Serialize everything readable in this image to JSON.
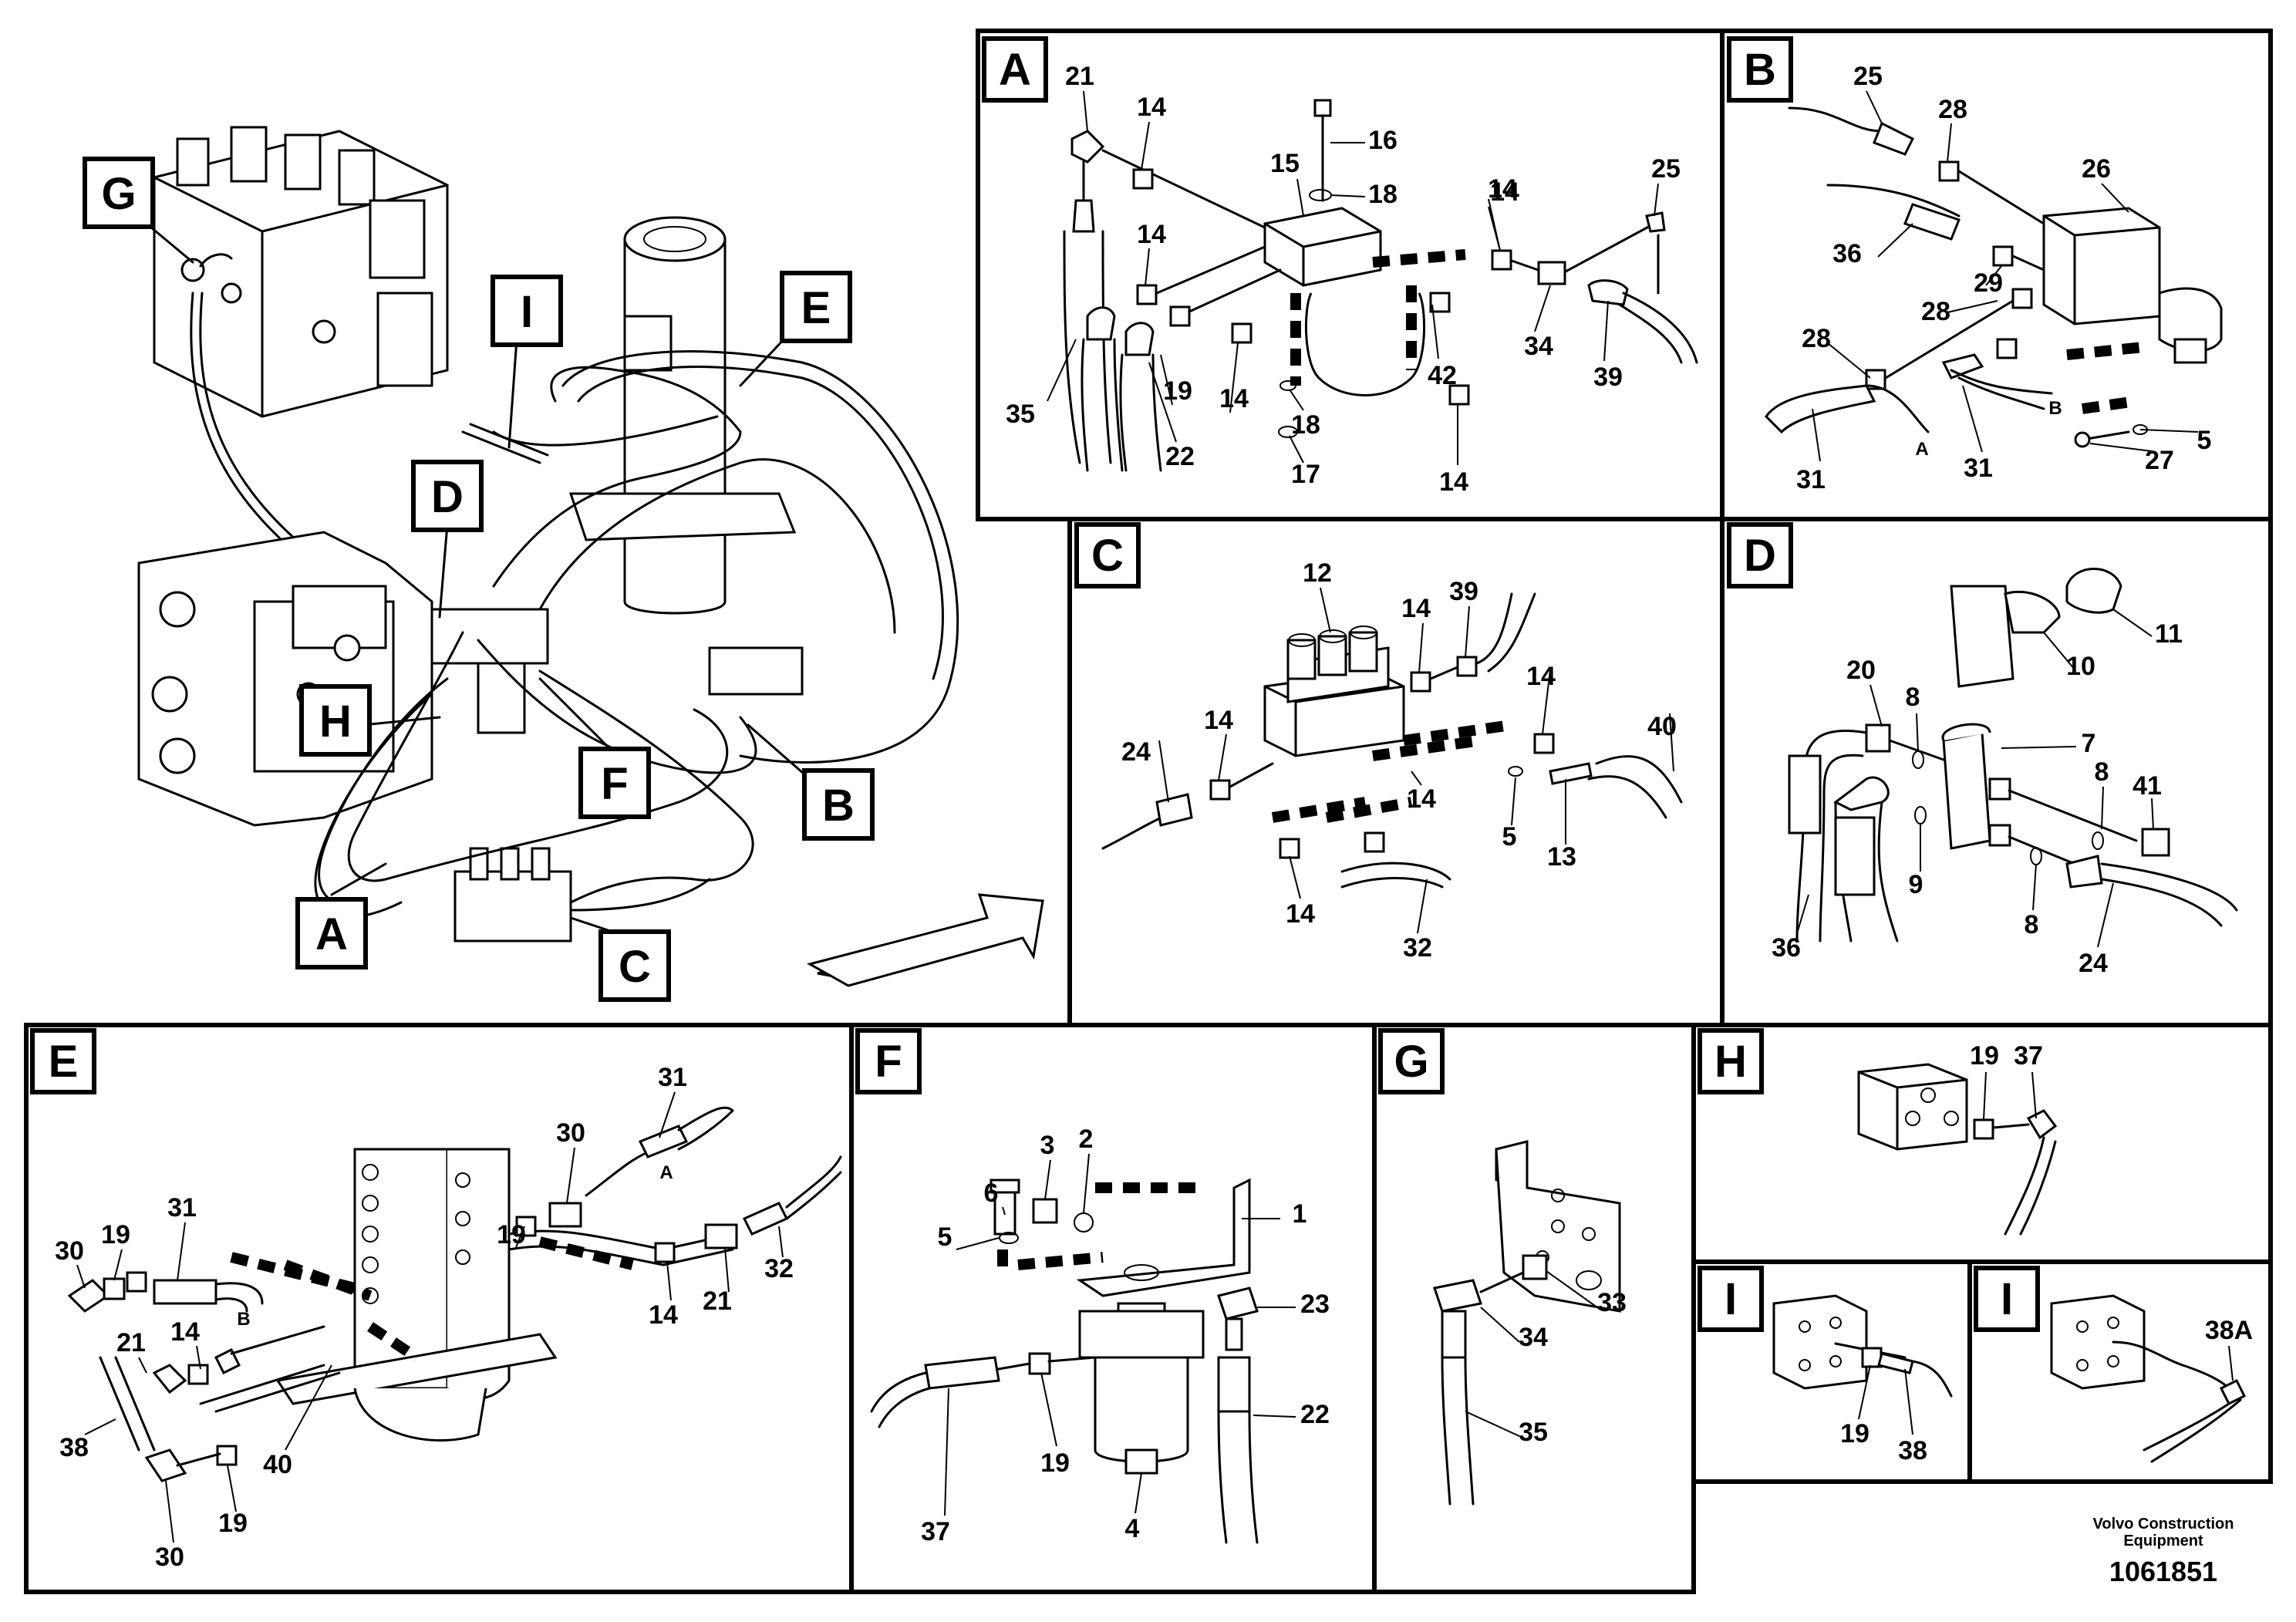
{
  "overview": {
    "callouts": [
      "G",
      "I",
      "E",
      "D",
      "H",
      "F",
      "B",
      "A",
      "C"
    ]
  },
  "panels": {
    "A": {
      "label": "A",
      "numbers": [
        "21",
        "14",
        "16",
        "15",
        "18",
        "14",
        "25",
        "14",
        "14",
        "35",
        "19",
        "14",
        "22",
        "18",
        "17",
        "42",
        "34",
        "39",
        "14"
      ]
    },
    "B": {
      "label": "B",
      "numbers": [
        "25",
        "28",
        "26",
        "36",
        "29",
        "28",
        "28",
        "31",
        "31",
        "27",
        "5"
      ],
      "letters": [
        "A",
        "B"
      ]
    },
    "C": {
      "label": "C",
      "numbers": [
        "12",
        "14",
        "39",
        "14",
        "24",
        "14",
        "40",
        "14",
        "5",
        "13",
        "14",
        "32"
      ]
    },
    "D": {
      "label": "D",
      "numbers": [
        "11",
        "10",
        "20",
        "8",
        "7",
        "8",
        "41",
        "9",
        "8",
        "36",
        "24"
      ]
    },
    "E": {
      "label": "E",
      "numbers": [
        "31",
        "30",
        "19",
        "30",
        "19",
        "31",
        "21",
        "14",
        "21",
        "14",
        "32",
        "38",
        "40",
        "30",
        "19"
      ],
      "letters": [
        "A",
        "B"
      ]
    },
    "F": {
      "label": "F",
      "numbers": [
        "3",
        "2",
        "6",
        "1",
        "5",
        "23",
        "22",
        "37",
        "19",
        "4"
      ]
    },
    "G": {
      "label": "G",
      "numbers": [
        "34",
        "33",
        "35"
      ]
    },
    "H": {
      "label": "H",
      "numbers": [
        "19",
        "37"
      ]
    },
    "I1": {
      "label": "I",
      "numbers": [
        "19",
        "38"
      ]
    },
    "I2": {
      "label": "I",
      "numbers": [
        "38A"
      ]
    }
  },
  "footer": {
    "company_line1": "Volvo Construction",
    "company_line2": "Equipment",
    "doc_number": "1061851"
  }
}
